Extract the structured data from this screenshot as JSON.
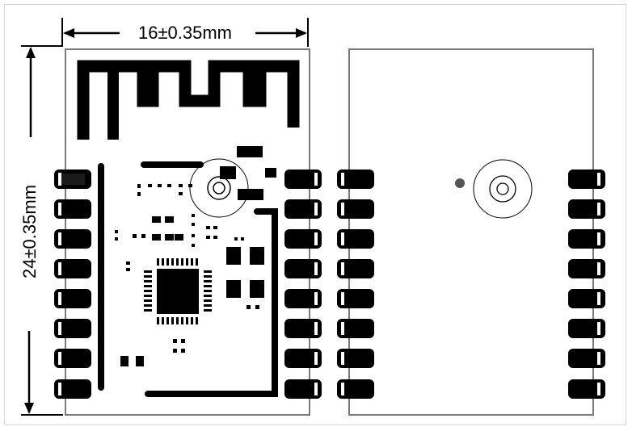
{
  "dimensions": {
    "width_label": "16±0.35mm",
    "height_label": "24±0.35mm"
  },
  "colors": {
    "ink": "#000000",
    "board_outline": "#7a7a7a",
    "marker_dot": "#555555",
    "frame": "#d6d6d6"
  },
  "views": [
    "front-side-module-view",
    "back-side-module-view"
  ],
  "icons": {
    "antenna": "meander-pcb-antenna-icon",
    "chip": "qfn-chip-icon",
    "pad": "castellated-pad-icon"
  }
}
